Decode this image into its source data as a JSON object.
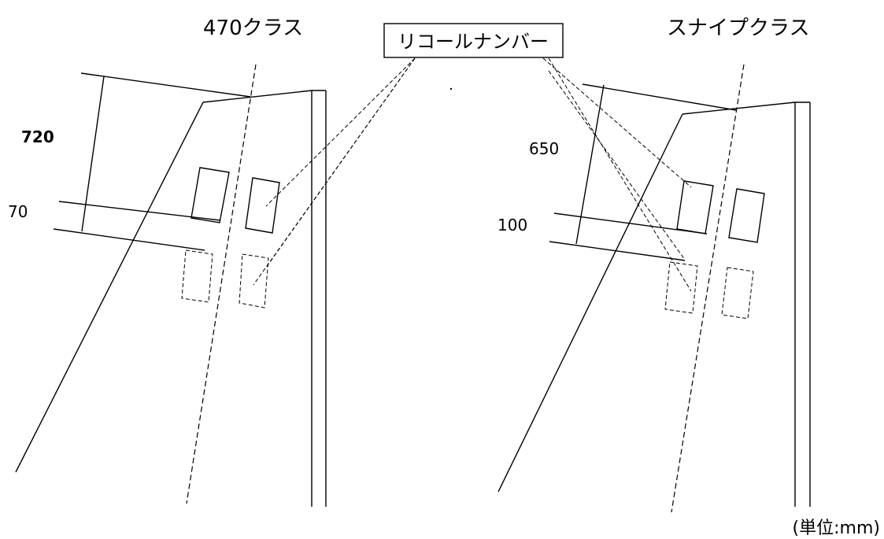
{
  "labels": {
    "class_470": "470クラス",
    "class_snipe": "スナイプクラス",
    "recall_number": "リコールナンバー",
    "dim_720": "720",
    "dim_70": "70",
    "dim_650": "650",
    "dim_100": "100",
    "unit": "(単位:mm)"
  }
}
